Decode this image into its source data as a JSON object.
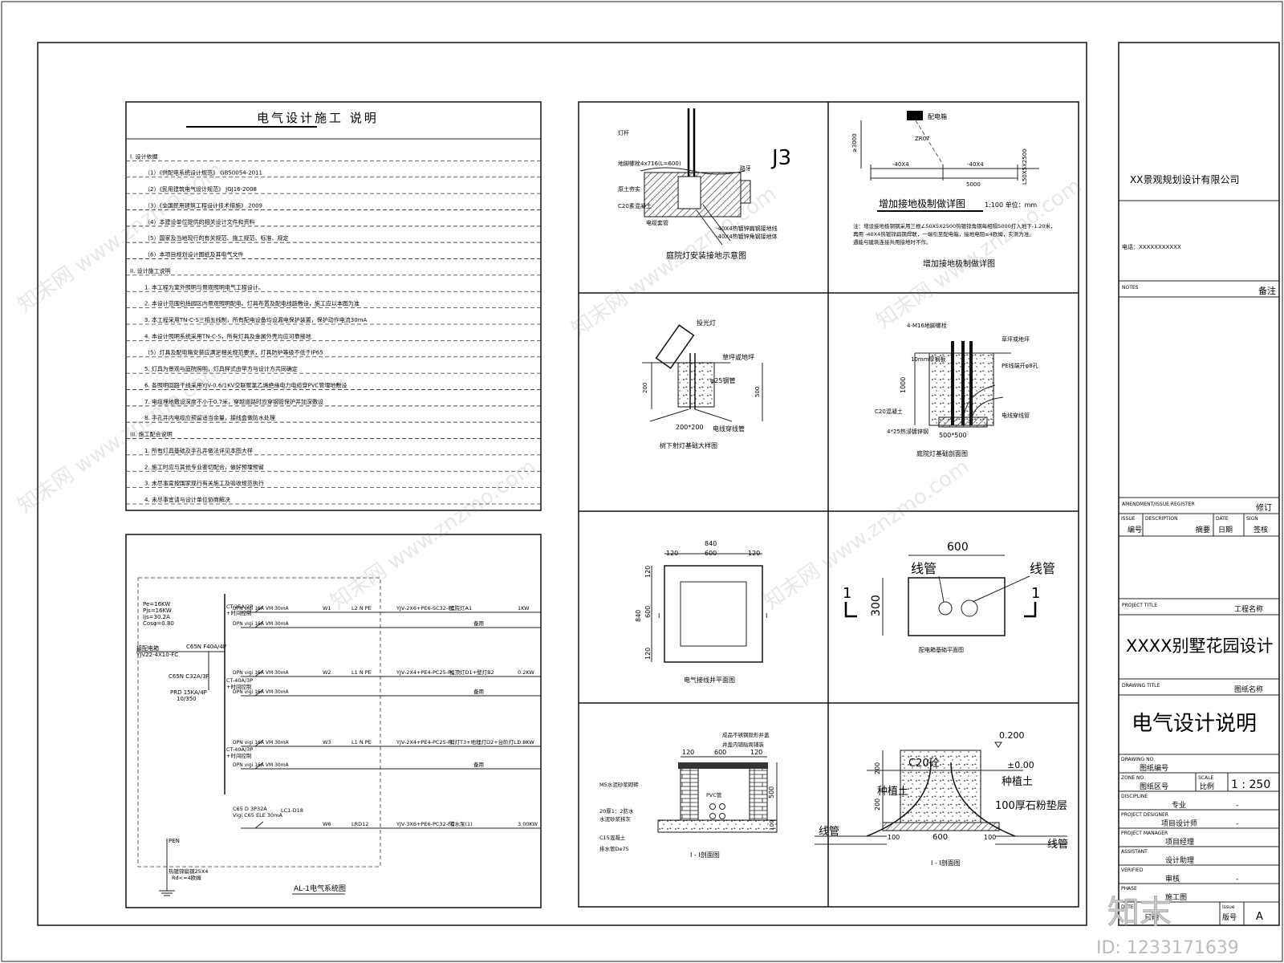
{
  "notes": {
    "title": "电气设计施工 说明",
    "lines": [
      "I. 设计依据",
      "（1）《供配电系统设计规范》 GB50054-2011",
      "（2）《民用建筑电气设计规范》 JGJ16-2008",
      "（3）《全国民用建筑工程设计技术措施》 2009",
      "（4）本建设单位提供的相关设计文件和资料",
      "（5）国家及当地现行的有关规范、施工规范、标准、规定",
      "（6）本项目规划设计图纸及其电气文件",
      "II. 设计施工说明",
      "1. 本工程为室外照明与景观照明电气工程设计。",
      "2. 本设计范围包括园区内景观照明配电、灯具布置及配电线路敷设，施工应以本图为准",
      "3. 本工程采用TN-C-S三相五线制，所有配电设备均设漏电保护装置，保护动作电流30mA",
      "4. 本设计照明系统采用TN-C-S，所有灯具及金属外壳均应可靠接地",
      "（5）灯具及配电箱安装应满足相关规范要求，灯具防护等级不低于IP65",
      "5. 灯具为景观与庭院照明，灯具样式由甲方与设计方共同确定",
      "6. 各照明回路干线采用YJV-0.6/1KV交联聚氯乙烯绝缘电力电缆穿PVC管埋地敷设",
      "7. 电缆埋地敷设深度不小于0.7米，穿越道路时应穿钢管保护并加深敷设",
      "8. 手孔井内电缆应预留适当余量，接线盒做防水处理",
      "III. 施工配合说明",
      "1. 所有灯具基础及手孔井做法详见本图大样",
      "2. 施工时应与其他专业密切配合，做好预埋预留",
      "3. 未尽事宜按国家现行有关施工及验收规范执行",
      "4. 未尽事宜请与设计单位协商解决"
    ]
  },
  "system": {
    "title": "AL-1电气系统图",
    "params": [
      "Pe=16KW",
      "Pjs=16KW",
      "Ijs=30.2A",
      "Cosφ=0.80"
    ],
    "incoming": [
      "接配电箱",
      "YJV22-4X10-FC"
    ],
    "main_breaker": "C65N F40A/4P",
    "c65n2": "C65N C32A/3P",
    "prd": [
      "PRD 15KA/4P",
      "10/350"
    ],
    "ct": [
      "CT-25A/2P",
      "+时间控制"
    ],
    "ct2": [
      "CT-40A/3P",
      "+时间控制"
    ],
    "ct3": [
      "CT-40A/3P",
      "+时间控制"
    ],
    "c65d": [
      "C65 D 3P32A",
      "Vigi C65 ELE 30mA"
    ],
    "lc1": "LC1-D18",
    "breaker_label": "DPN vigi 16A VM 30mA",
    "circuits": [
      {
        "no": "W1",
        "phase": "L2 N PE",
        "cable": "YJV-2X6+PE6-SC32-FC",
        "load": "庭院灯A1",
        "power": "1KW"
      },
      {
        "no": "W2",
        "phase": "L1 N PE",
        "cable": "YJV-2X4+PE4-PC25-FC",
        "load": "柱顶灯D1+壁灯B2",
        "power": "0.2KW"
      },
      {
        "no": "W3",
        "phase": "L1 N PE",
        "cable": "YJV-2X4+PE4-PC25-FC",
        "load": "射灯T3+地埋灯D2+台阶灯L1",
        "power": "0.8KW"
      },
      {
        "no": "W6",
        "phase": "LRD12",
        "cable": "YJV-3X6+PE6-PC32-FC",
        "load": "潜水泵(1)",
        "power": "3.00KW"
      }
    ],
    "spare": "备用",
    "pen": "PEN",
    "ground": [
      "热镀锌扁钢25X4",
      "Rd<=4欧姆"
    ]
  },
  "panels": {
    "p1": {
      "caption": "庭院灯安装接地示意图",
      "l1": "灯杆",
      "l2": "地脚螺栓4x716(L=600)",
      "l3": "原土夯实",
      "l4": "C20素混凝土",
      "l5": "电缆套管",
      "l6": "路牙",
      "l7": "-40X4热镀锌扁钢接地线",
      "l8": "-40X4热镀锌角钢接地体",
      "mark": "J3"
    },
    "p2": {
      "caption": "增加接地极制做详图",
      "title": "增加接地极制做详图",
      "scale": "1:100  单位：mm",
      "box": "配电箱",
      "d1": "≥3000",
      "d2": "-40X4",
      "d3": "-40X4",
      "d4": "5000",
      "d5": "L50X5X2500",
      "d6": "ZR07",
      "note": [
        "注：增设接地极钢钢采用三根∠50X5X2500热镀锌角钢每相隔5000打入地下-1.20米，",
        "再用 -40X4热镀锌扁钢焊联，一端引至配电箱，接地电阻≤4欧姆，实测为准。",
        "遇能与建筑连接共用接地时不作。"
      ]
    },
    "p3": {
      "caption": "树下射灯基础大样图",
      "l1": "投光灯",
      "l2": "草坪或地坪",
      "l3": "φ25钢管",
      "l4": "电线穿线管",
      "d1": "200",
      "d2": "500",
      "d3": "200*200"
    },
    "p4": {
      "caption": "庭院灯基础剖面图",
      "l1": "4-M16地脚螺栓",
      "l2": "10mm厚钢板",
      "l3": "草坪或地坪",
      "l4": "PE线端开φ8孔",
      "l5": "C20混凝土",
      "l6": "电线穿线管",
      "l7": "4*25热浸镀锌钢",
      "d1": "1000",
      "d2": "500*500"
    },
    "p5": {
      "caption": "电气接线井平面图",
      "d1": "840",
      "d2": "600",
      "d3": "120",
      "d4": "120",
      "d5": "840",
      "d6": "600",
      "d7": "120",
      "d8": "120",
      "mark": "I"
    },
    "p6": {
      "caption": "配电箱基础平面图",
      "d1": "600",
      "d2": "300",
      "l1": "线管",
      "l2": "线管",
      "m1": "1",
      "m2": "1"
    },
    "p7": {
      "caption": "I - I剖面图",
      "l1": "成品不锈钢隐形井盖",
      "l2": "井盖内铺贴周铺装",
      "l3": "M5水泥砂浆砌砖",
      "l4": "20厚1：2防水",
      "l5": "水泥砂浆抹灰",
      "l6": "C15混凝土",
      "l7": "排水管De75",
      "l8": "PVC管",
      "d1": "120",
      "d2": "600",
      "d3": "120",
      "d4": "500",
      "d5": "100"
    },
    "p8": {
      "caption": "I - I剖面图",
      "l1": "C20砼",
      "l2": "种植土",
      "l3": "种植土",
      "l4": "100厚石粉垫层",
      "l5": "线管",
      "l6": "线管",
      "d1": "200",
      "d2": "200",
      "d3": "100",
      "d4": "600",
      "d5": "100",
      "e1": "0.200",
      "e2": "±0.00"
    }
  },
  "titleblock": {
    "company": "XX景观规划设计有限公司",
    "phone": "电话：XXXXXXXXXXX",
    "notes_en": "NOTES",
    "notes_cn": "备注",
    "amend_en": "AMENDMENT/ISSUE REGISTER",
    "amend_cn": "修订",
    "cols_en": [
      "ISSUE",
      "DESCRIPTION",
      "DATE",
      "SIGN"
    ],
    "cols_cn": [
      "编号",
      "摘要",
      "日期",
      "签核"
    ],
    "project_en": "PROJECT TITLE",
    "project_cn": "工程名称",
    "project": "XXXX别墅花园设计",
    "drawing_en": "DRAWING TITLE",
    "drawing_cn": "图纸名称",
    "drawing": "电气设计说明",
    "dno_en": "DRAWING NO.",
    "dno_cn": "图纸编号",
    "zone_en": "ZONE NO.",
    "zone_cn": "图纸区号",
    "scale_en": "SCALE",
    "scale_cn": "比例",
    "scale": "1 : 250",
    "disc_en": "DISCIPLINE",
    "disc_cn": "专业",
    "disc": "-",
    "pd_en": "PROJECT DESIGNER",
    "pd_cn": "项目设计师",
    "pd": "-",
    "pm_en": "PROJECT MANAGER",
    "pm_cn": "项目经理",
    "as_en": "ASSISTANT",
    "as_cn": "设计助理",
    "ver_en": "VERIFIED",
    "ver_cn": "审核",
    "ver": "-",
    "ph_en": "PHASE",
    "ph_cn": "施工图",
    "date_en": "DATE",
    "date_cn": "日期",
    "issue_en": "Issue",
    "issue_cn": "版号",
    "issue": "A"
  },
  "watermark": {
    "brand": "知末",
    "id": "ID: 1233171639",
    "repeat": "知末网 www.znzmo.com"
  }
}
